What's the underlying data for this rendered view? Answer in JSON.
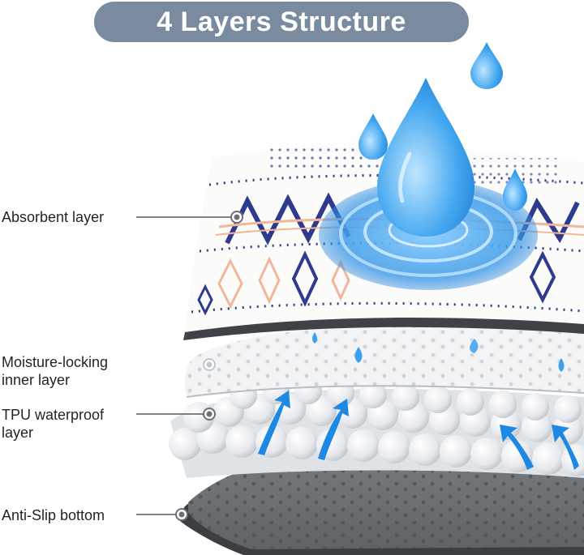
{
  "title": "4 Layers Structure",
  "colors": {
    "title_bg": "#7a8ba0",
    "water": "#3aa0ee",
    "gray_bottom": "#6b6e72",
    "navy": "#2e3a8c",
    "peach": "#f0b79a"
  },
  "layers": [
    {
      "label_lines": [
        "Absorbent layer"
      ]
    },
    {
      "label_lines": [
        "Moisture-locking",
        "inner layer"
      ]
    },
    {
      "label_lines": [
        "TPU waterproof",
        "layer"
      ]
    },
    {
      "label_lines": [
        "Anti-Slip bottom"
      ]
    }
  ]
}
